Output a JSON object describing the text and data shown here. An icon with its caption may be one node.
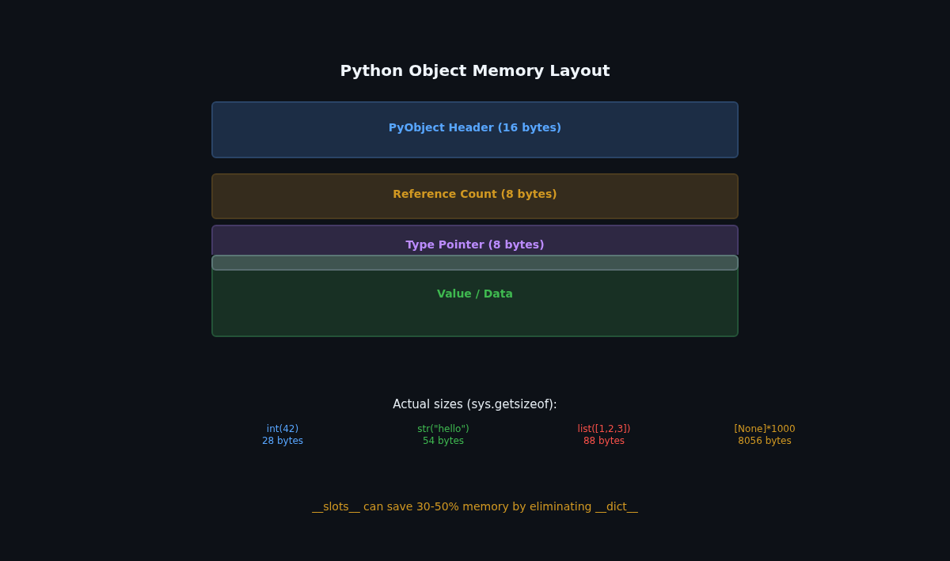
{
  "diagram": {
    "title": "Python Object Memory Layout",
    "nodes": [
      {
        "text": [
          "PyObject Header (16 bytes)"
        ]
      },
      {
        "text": [
          "Reference Count (8 bytes)"
        ]
      },
      {
        "text": [
          "Type Pointer (8 bytes)"
        ]
      },
      {
        "text": [
          "Value / Data"
        ]
      },
      {
        "text": [],
        "shape": "bar",
        "in": 3
      }
    ],
    "labels": [
      "Actual sizes (sys.getsizeof):",
      "int(42)",
      "28 bytes",
      "str(\"hello\")",
      "54 bytes",
      "list([1,2,3])",
      "88 bytes",
      "[None]*1000",
      "8056 bytes",
      "__slots__ can save 30-50% memory by eliminating __dict__"
    ]
  }
}
